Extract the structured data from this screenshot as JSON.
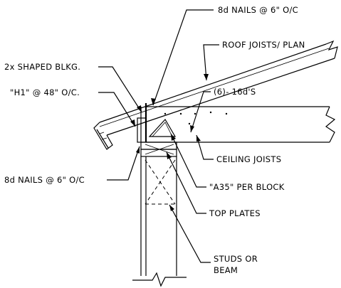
{
  "labels": {
    "nails_top": "8d NAILS @ 6\" O/C",
    "roof_joists": "ROOF JOISTS/ PLAN",
    "shaped_blkg": "2x SHAPED BLKG.",
    "h1_clip": "\"H1\" @ 48\" O/C.",
    "nails_16d": "(6)- 16d'S",
    "ceiling_joists": "CEILING JOISTS",
    "nails_bottom": "8d NAILS @ 6\" O/C",
    "a35_block": "\"A35\" PER BLOCK",
    "top_plates": "TOP PLATES",
    "studs_line1": "STUDS OR",
    "studs_line2": "BEAM"
  }
}
